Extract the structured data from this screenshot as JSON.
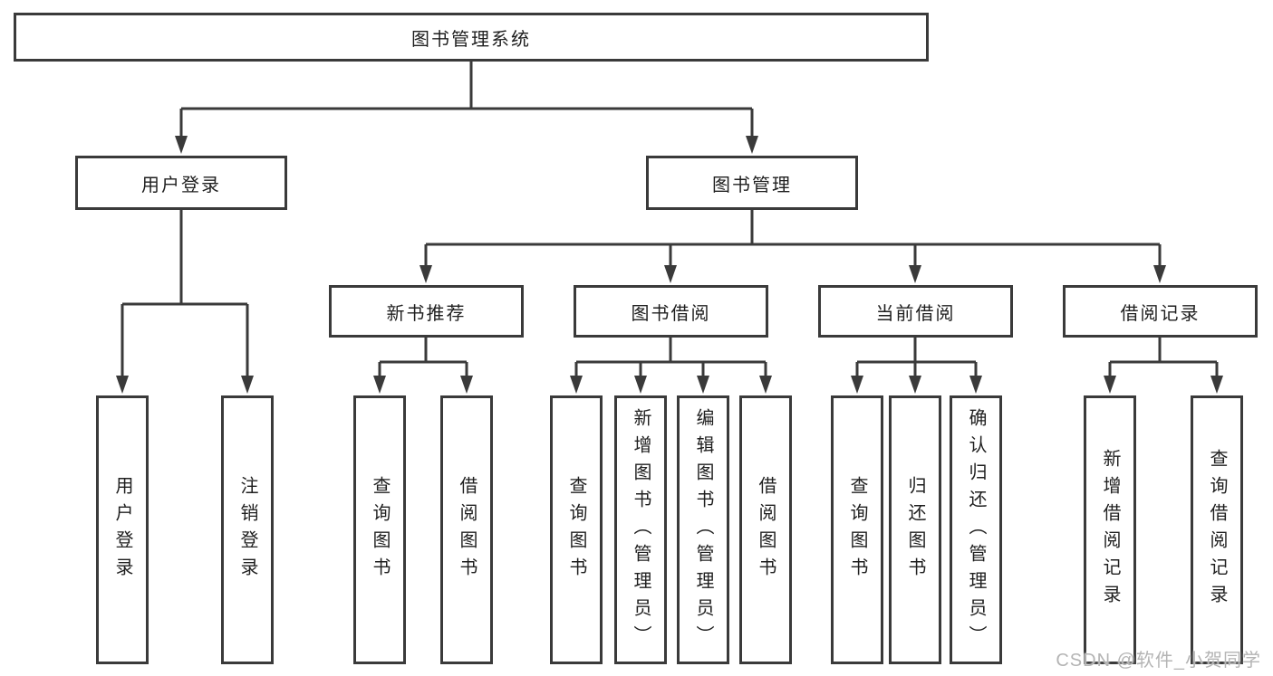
{
  "tree": {
    "root": {
      "label": "图书管理系统"
    },
    "level2": [
      {
        "label": "用户登录",
        "children": [
          {
            "label": "用户登录"
          },
          {
            "label": "注销登录"
          }
        ]
      },
      {
        "label": "图书管理",
        "groups": [
          {
            "label": "新书推荐",
            "children": [
              {
                "label": "查询图书"
              },
              {
                "label": "借阅图书"
              }
            ]
          },
          {
            "label": "图书借阅",
            "children": [
              {
                "label": "查询图书"
              },
              {
                "label": "新增图书（管理员）"
              },
              {
                "label": "编辑图书（管理员）"
              },
              {
                "label": "借阅图书"
              }
            ]
          },
          {
            "label": "当前借阅",
            "children": [
              {
                "label": "查询图书"
              },
              {
                "label": "归还图书"
              },
              {
                "label": "确认归还（管理员）"
              }
            ]
          },
          {
            "label": "借阅记录",
            "children": [
              {
                "label": "新增借阅记录"
              },
              {
                "label": "查询借阅记录"
              }
            ]
          }
        ]
      }
    ]
  },
  "watermark": {
    "text": "CSDN @软件_小贺同学"
  },
  "colors": {
    "line": "#3a3a3a",
    "box_border": "#3a3a3a",
    "text": "#1f1f1f",
    "background": "#ffffff",
    "watermark": "#b4b4b4"
  }
}
